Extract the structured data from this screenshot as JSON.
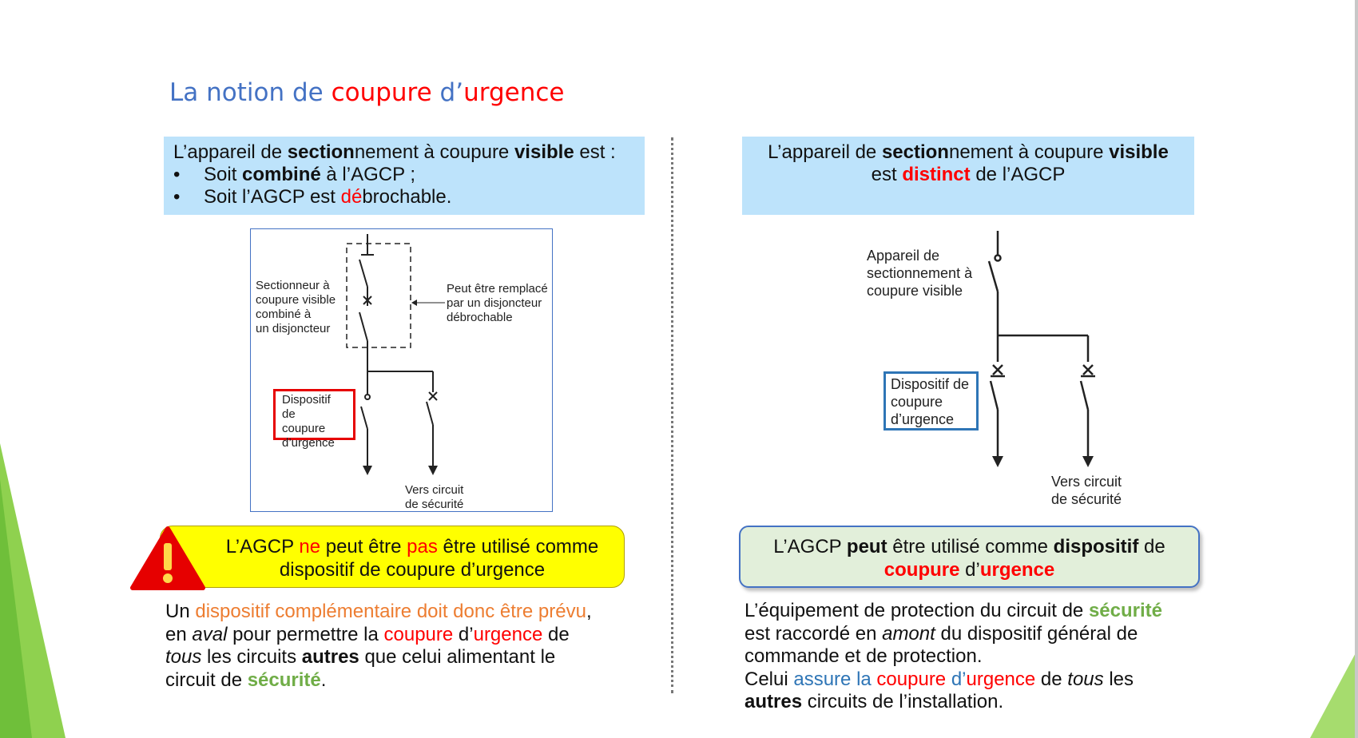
{
  "title": {
    "part1": "La notion de ",
    "part2": "coupure",
    "part3": " d’",
    "part4": "urgence"
  },
  "left_box": {
    "l1_a": "L’appareil de ",
    "l1_b": "section",
    "l1_c": "nement à coupure ",
    "l1_d": "visible",
    "l1_e": " est :",
    "bullet": "•",
    "b1_a": "Soit ",
    "b1_b": "combiné",
    "b1_c": " à l’AGCP ;",
    "b2_a": "Soit l’AGCP est ",
    "b2_b": "dé",
    "b2_c": "brochable."
  },
  "right_box": {
    "l1_a": "L’appareil de ",
    "l1_b": "section",
    "l1_c": "nement à coupure ",
    "l1_d": "visible",
    "l2_a": "est ",
    "l2_b": "distinct",
    "l2_c": " de l’AGCP"
  },
  "diagram1": {
    "label_left_1": "Sectionneur à",
    "label_left_2": "coupure visible",
    "label_left_3": "combiné à",
    "label_left_4": "un disjoncteur",
    "label_right_1": "Peut être remplacé",
    "label_right_2": "par un disjoncteur",
    "label_right_3": "débrochable",
    "emergency_1": "Dispositif de",
    "emergency_2": "coupure",
    "emergency_3": "d’urgence",
    "safety_1": "Vers circuit",
    "safety_2": "de sécurité"
  },
  "diagram2": {
    "label_1": "Appareil de",
    "label_2": "sectionnement à",
    "label_3": "coupure visible",
    "emergency_1": "Dispositif de",
    "emergency_2": "coupure",
    "emergency_3": "d’urgence",
    "safety_1": "Vers circuit",
    "safety_2": "de sécurité"
  },
  "warning": {
    "l1_a": "L’AGCP ",
    "l1_b": "ne",
    "l1_c": " peut être ",
    "l1_d": "pas",
    "l1_e": " être utilisé comme",
    "l2": "dispositif de coupure d’urgence",
    "icon": "warning-triangle-icon"
  },
  "ok_box": {
    "l1_a": "L’AGCP ",
    "l1_b": "peut",
    "l1_c": " être utilisé comme ",
    "l1_d": "dispositif",
    "l1_e": " de",
    "l2_a": "coupure",
    "l2_b": " d’",
    "l2_c": "urgence"
  },
  "para_left": {
    "a": "Un ",
    "b": "dispositif complémentaire doit donc être prévu",
    "c": ",",
    "d": "en ",
    "e": "aval",
    "f": " pour permettre la ",
    "g": "coupure",
    "h": " d’",
    "i": "urgence",
    "j": " de",
    "k": "tous",
    "l": " les circuits ",
    "m": "autres",
    "n": " que celui alimentant le",
    "o": "circuit de ",
    "p": "sécurité",
    "q": "."
  },
  "para_right": {
    "a": "L’équipement de protection du circuit de ",
    "b": "sécurité",
    "c": "est raccordé en ",
    "d": "amont",
    "e": " du dispositif général de",
    "f": "commande et de protection.",
    "g": "Celui ",
    "h": "assure la ",
    "i": "coupure",
    "j": " d’",
    "k": "urgence",
    "l": " de ",
    "m": "tous",
    "n": " les",
    "o": "autres",
    "p": " circuits de l’installation."
  },
  "colors": {
    "title_blue": "#4472c4",
    "red": "#ff0000",
    "orange": "#ed7d31",
    "green": "#70ad47",
    "light_blue": "#bde3fb",
    "yellow": "#ffff00",
    "light_green": "#e2efda"
  }
}
